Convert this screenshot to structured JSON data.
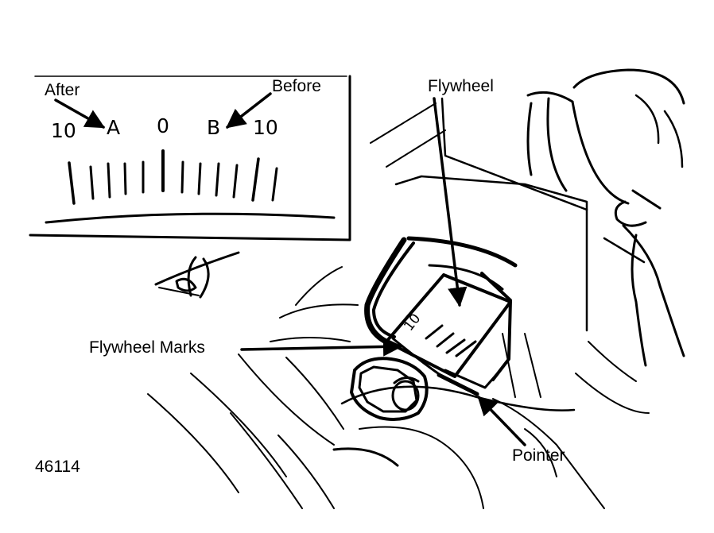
{
  "callouts": {
    "after": "After",
    "before": "Before",
    "flywheel": "Flywheel",
    "flywheel_marks": "Flywheel Marks",
    "pointer": "Pointer",
    "figure_number": "46114"
  },
  "scale_labels": {
    "left_ten": "10",
    "after_letter": "A",
    "zero": "0",
    "before_letter": "B",
    "right_ten": "10"
  },
  "flywheel_mark_label": "10",
  "colors": {
    "ink": "#000000",
    "paper": "#ffffff"
  }
}
